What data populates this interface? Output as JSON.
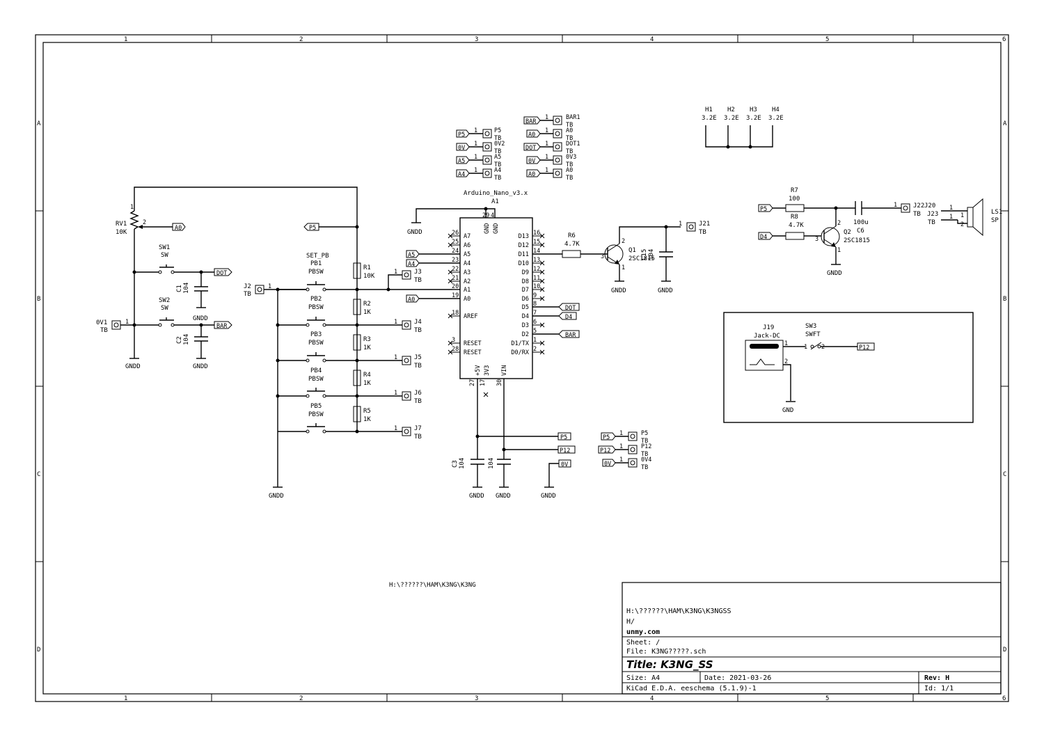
{
  "border": {
    "columns": [
      "1",
      "2",
      "3",
      "4",
      "5",
      "6"
    ],
    "rows": [
      "A",
      "B",
      "C",
      "D"
    ]
  },
  "path_label": "H:\\??????\\HAM\\K3NG\\K3NG",
  "title_block": {
    "path": "H:\\??????\\HAM\\K3NG\\K3NGSS",
    "path2": "H/",
    "company": "unmy.com",
    "sheet": "Sheet: /",
    "file": "File: K3NG?????.sch",
    "title": "Title: K3NG_SS",
    "size": "Size: A4",
    "date": "Date: 2021-03-26",
    "rev": "Rev: H",
    "tool": "KiCad E.D.A.  eeschema (5.1.9)-1",
    "id": "Id: 1/1"
  },
  "mcu": {
    "ref": "A1",
    "value": "Arduino_Nano_v3.x",
    "left_pins": [
      {
        "num": "26",
        "name": "A7"
      },
      {
        "num": "25",
        "name": "A6"
      },
      {
        "num": "24",
        "name": "A5"
      },
      {
        "num": "23",
        "name": "A4"
      },
      {
        "num": "22",
        "name": "A3"
      },
      {
        "num": "21",
        "name": "A2"
      },
      {
        "num": "20",
        "name": "A1"
      },
      {
        "num": "19",
        "name": "A0"
      },
      {
        "num": "18",
        "name": "AREF"
      },
      {
        "num": "3",
        "name": "RESET"
      },
      {
        "num": "28",
        "name": "RESET"
      }
    ],
    "right_pins": [
      {
        "num": "16",
        "name": "D13"
      },
      {
        "num": "15",
        "name": "D12"
      },
      {
        "num": "14",
        "name": "D11"
      },
      {
        "num": "13",
        "name": "D10"
      },
      {
        "num": "12",
        "name": "D9"
      },
      {
        "num": "11",
        "name": "D8"
      },
      {
        "num": "10",
        "name": "D7"
      },
      {
        "num": "9",
        "name": "D6"
      },
      {
        "num": "8",
        "name": "D5"
      },
      {
        "num": "7",
        "name": "D4"
      },
      {
        "num": "6",
        "name": "D3"
      },
      {
        "num": "5",
        "name": "D2"
      },
      {
        "num": "1",
        "name": "D1/TX"
      },
      {
        "num": "2",
        "name": "D0/RX"
      }
    ],
    "top_pins": [
      {
        "num": "29",
        "name": "GND"
      },
      {
        "num": "4",
        "name": "GND"
      }
    ],
    "bottom_pins": [
      {
        "num": "27",
        "name": "+5V"
      },
      {
        "num": "17",
        "name": "3V3"
      },
      {
        "num": "30",
        "name": "VIN"
      }
    ]
  },
  "connectors_top": [
    {
      "net": "P5",
      "pin": "1",
      "ref": "P5",
      "val": "TB"
    },
    {
      "net": "0V",
      "pin": "1",
      "ref": "0V2",
      "val": "TB"
    },
    {
      "net": "A5",
      "pin": "1",
      "ref": "A5",
      "val": "TB"
    },
    {
      "net": "A4",
      "pin": "1",
      "ref": "A4",
      "val": "TB"
    }
  ],
  "connectors_top2": [
    {
      "net": "BAR",
      "pin": "1",
      "ref": "BAR1",
      "val": "TB"
    },
    {
      "net": "A0",
      "pin": "1",
      "ref": "A0",
      "val": "TB"
    },
    {
      "net": "DOT",
      "pin": "1",
      "ref": "DOT1",
      "val": "TB"
    },
    {
      "net": "0V",
      "pin": "1",
      "ref": "0V3",
      "val": "TB"
    },
    {
      "net": "A0",
      "pin": "1",
      "ref": "A0",
      "val": "TB"
    }
  ],
  "connectors_bottom": [
    {
      "net": "P5",
      "pin": "1",
      "ref": "P5",
      "val": "TB"
    },
    {
      "net": "P12",
      "pin": "1",
      "ref": "P12",
      "val": "TB"
    },
    {
      "net": "0V",
      "pin": "1",
      "ref": "0V4",
      "val": "TB"
    }
  ],
  "holes": [
    {
      "ref": "H1",
      "val": "3.2E"
    },
    {
      "ref": "H2",
      "val": "3.2E"
    },
    {
      "ref": "H3",
      "val": "3.2E"
    },
    {
      "ref": "H4",
      "val": "3.2E"
    }
  ],
  "buttons": [
    {
      "ref": "PB1",
      "val": "PBSW",
      "note": "SET_PB",
      "res": "R1",
      "resval": "10K",
      "jack": "J3"
    },
    {
      "ref": "PB2",
      "val": "PBSW",
      "res": "R2",
      "resval": "1K",
      "jack": "J4"
    },
    {
      "ref": "PB3",
      "val": "PBSW",
      "res": "R3",
      "resval": "1K",
      "jack": "J5"
    },
    {
      "ref": "PB4",
      "val": "PBSW",
      "res": "R4",
      "resval": "1K",
      "jack": "J6"
    },
    {
      "ref": "PB5",
      "val": "PBSW",
      "res": "R5",
      "resval": "1K",
      "jack": "J7"
    }
  ],
  "labels": {
    "gndd": "GNDD",
    "gnd": "GND",
    "tb": "TB",
    "pin1": "1",
    "pin2": "2",
    "pin3": "3",
    "rv1": "RV1",
    "rv1v": "10K",
    "sw1": "SW1",
    "sw2": "SW2",
    "sw": "SW",
    "c1": "C1",
    "c2": "C2",
    "c3": "C3",
    "cap104": "104",
    "j2": "J2",
    "ov1": "0V1",
    "j21": "J21",
    "r6": "R6",
    "r6v": "4.7K",
    "q1": "Q1",
    "q1v": "2SC1815",
    "c15": "C15",
    "c15v": "104",
    "r7": "R7",
    "r7v": "100",
    "r8": "R8",
    "r8v": "4.7K",
    "q2": "Q2",
    "q2v": "2SC1815",
    "c6": "C6",
    "c6v": "100u",
    "j22": "J22",
    "j20": "J20",
    "j23": "J23",
    "ls1": "LS1",
    "ls1v": "SP",
    "j19": "J19",
    "j19v": "Jack-DC",
    "sw3": "SW3",
    "sw3v": "SWFT",
    "c5": "104",
    "nets": {
      "a0": "A0",
      "dot": "DOT",
      "bar": "BAR",
      "p5": "P5",
      "p12": "P12",
      "a5": "A5",
      "a4": "A4",
      "d4": "D4",
      "ov": "0V"
    }
  }
}
